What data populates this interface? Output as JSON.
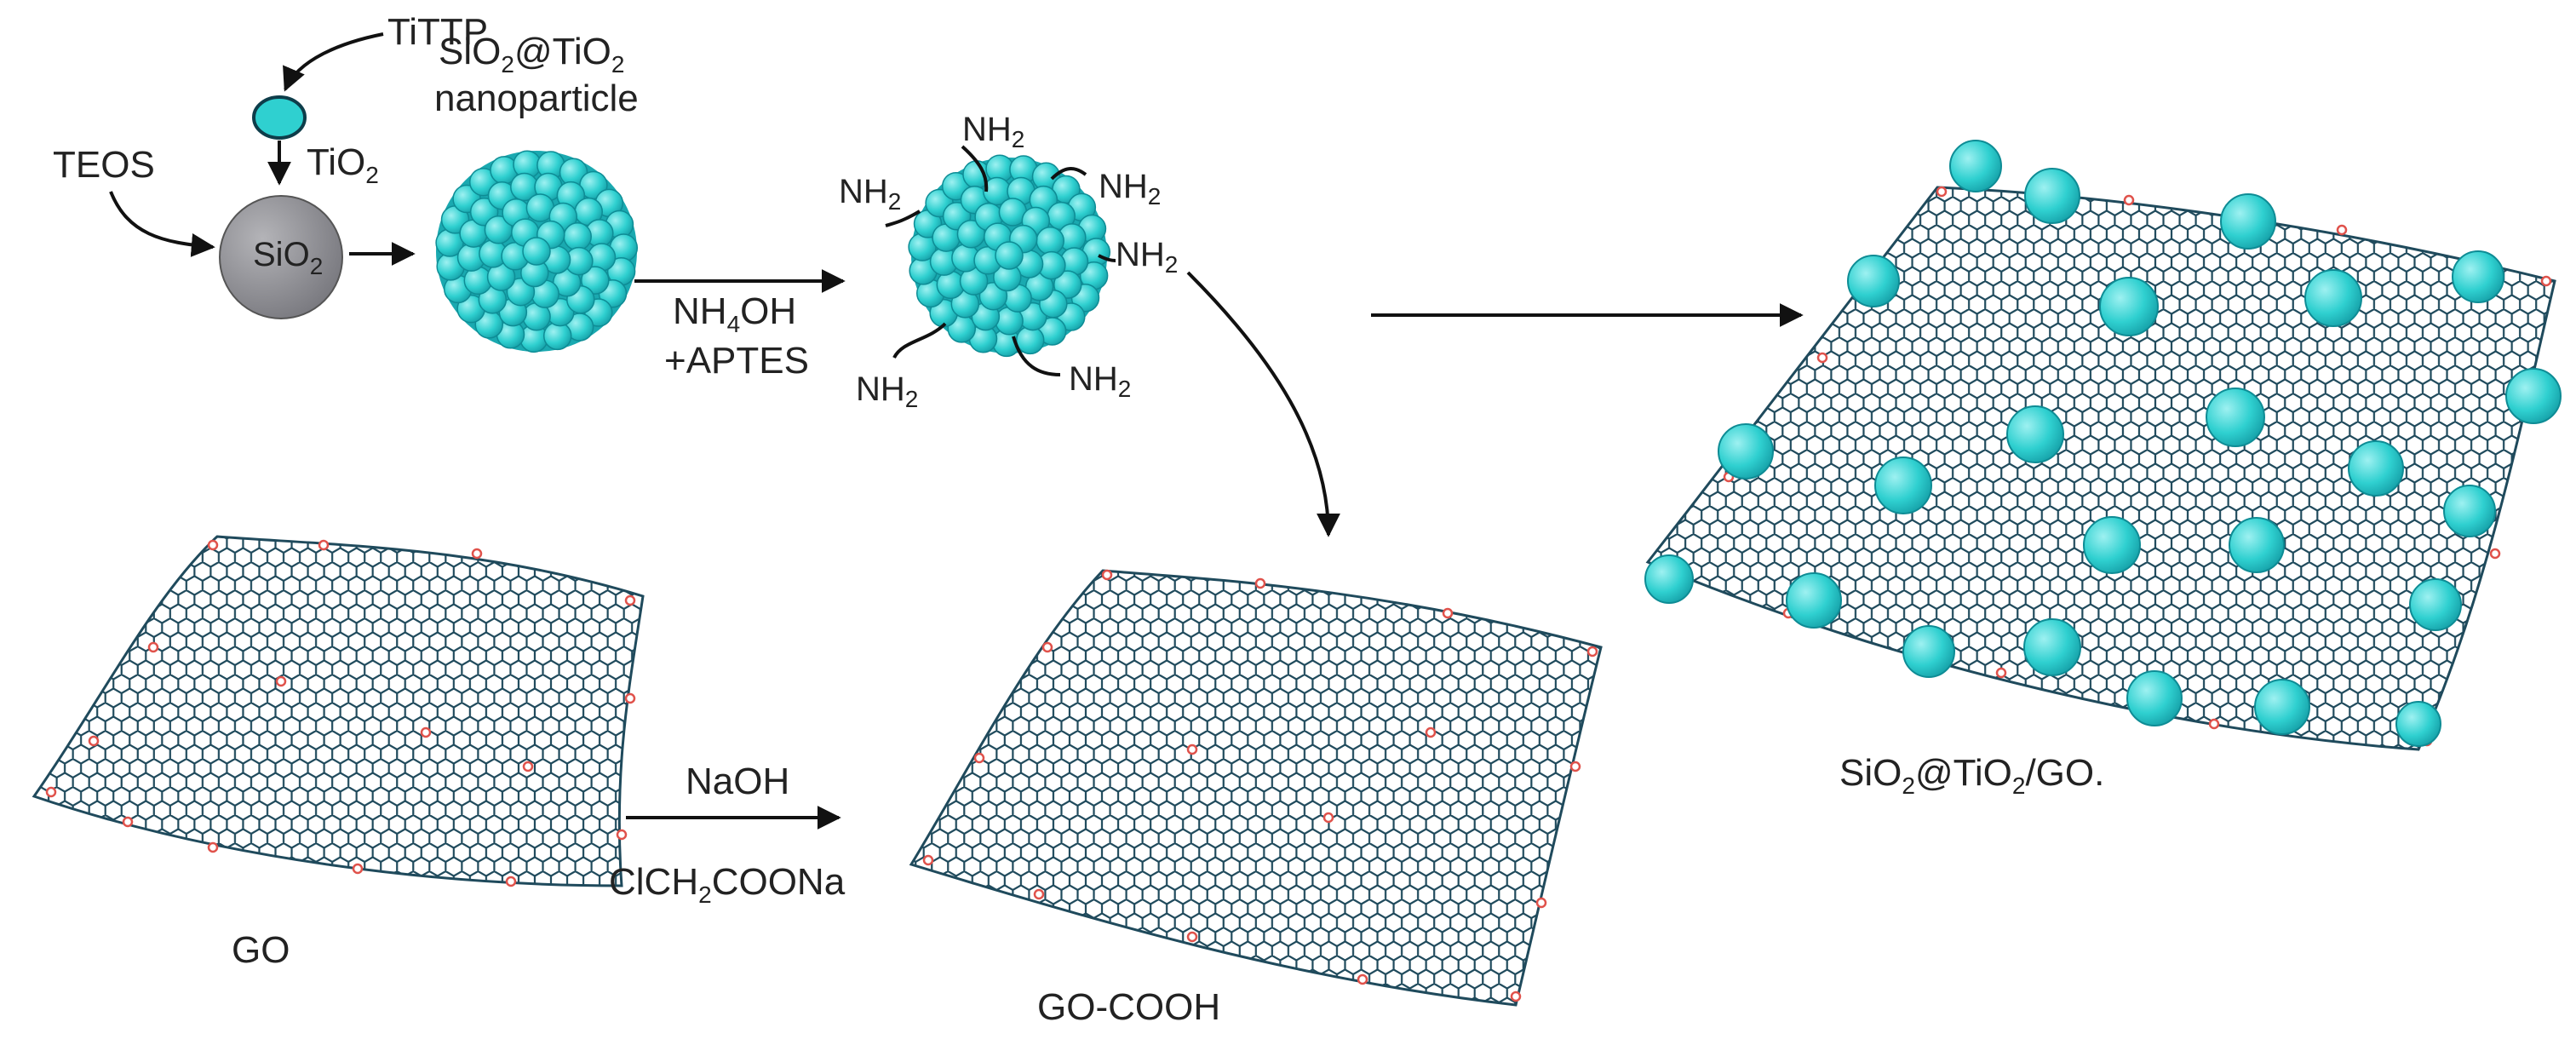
{
  "labels": {
    "titp": "TiTTP",
    "teos": "TEOS",
    "tio2": "TiO",
    "tio2_sub": "2",
    "sio2": "SiO",
    "sio2_sub": "2",
    "np_line1_a": "SiO",
    "np_line1_sub1": "2",
    "np_line1_b": "@TiO",
    "np_line1_sub2": "2",
    "np_line2": "nanoparticle",
    "nh4oh": "NH",
    "nh4oh_sub": "4",
    "nh4oh_b": "OH",
    "aptes": "+APTES",
    "nh2": "NH",
    "nh2_sub": "2",
    "naoh": "NaOH",
    "clch2coona_a": "ClCH",
    "clch2coona_sub": "2",
    "clch2coona_b": "COONa",
    "go": "GO",
    "go_cooh": "GO-COOH",
    "final_a": "SiO",
    "final_sub1": "2",
    "final_b": "@TiO",
    "final_sub2": "2",
    "final_c": "/GO."
  },
  "colors": {
    "particle": "#2fd0d0",
    "particle_edge": "#0e8c95",
    "sio2_core": "#8e8e92",
    "sheet_line": "#1f4a5c",
    "oxygen": "#e0524b"
  }
}
